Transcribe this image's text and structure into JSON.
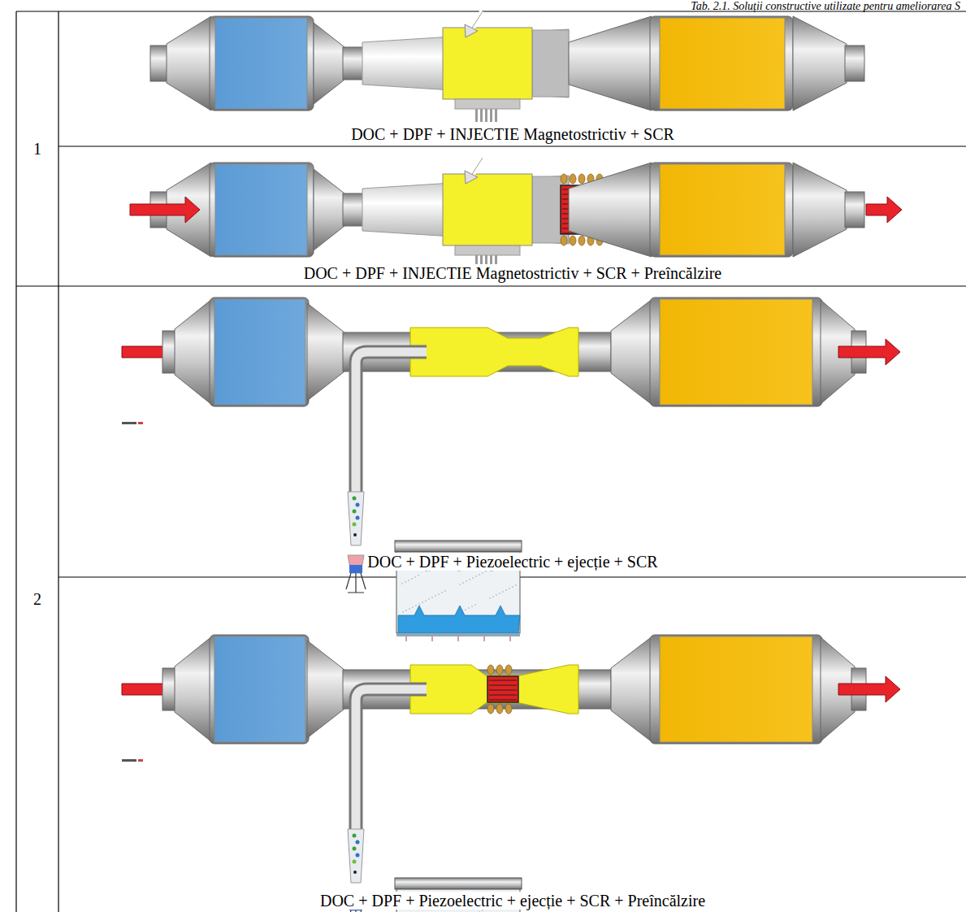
{
  "diagram": {
    "caption": "Tab. 2.1. Soluții constructive utilizate pentru ameliorarea S",
    "labels": [
      "1",
      "DOC + DPF + INJECTIE Magnetostrictiv + SCR",
      "DOC + DPF + INJECTIE Magnetostrictiv + SCR + Preîncălzire",
      "2",
      "DOC + DPF + Piezoelectric + ejecție + SCR",
      "DOC + DPF + Piezoelectric + ejecție + SCR + Preîncălzire"
    ]
  }
}
